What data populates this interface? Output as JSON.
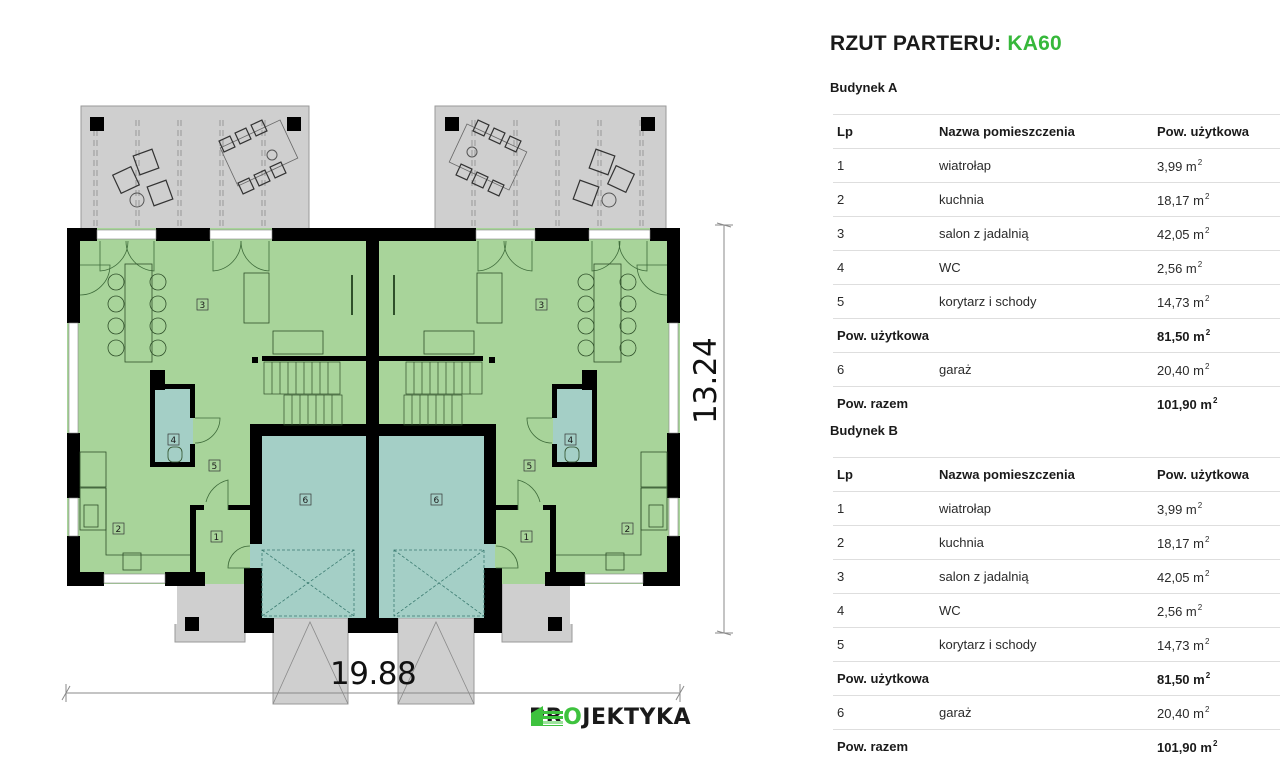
{
  "header": {
    "title_prefix": "RZUT PARTERU:",
    "title_code": "KA60",
    "accent_color": "#36b83a"
  },
  "plan": {
    "width_dimension": "19.88",
    "depth_dimension": "13.24",
    "room_labels": [
      "1",
      "2",
      "3",
      "4",
      "5",
      "6"
    ],
    "colors": {
      "living_fill": "#a8d49a",
      "wet_fill": "#a4cfc6",
      "terrace_fill": "#cfcfcf",
      "wall": "#000000"
    }
  },
  "logo": {
    "text_before": "PR",
    "text_o": "O",
    "text_after": "JEKTYKA",
    "icon": "building-stack-icon"
  },
  "unit_suffix": "m",
  "unit_exp": "2",
  "buildings": [
    {
      "name": "Budynek A",
      "columns": [
        "Lp",
        "Nazwa pomieszczenia",
        "Pow. użytkowa"
      ],
      "rooms": [
        {
          "lp": "1",
          "name": "wiatrołap",
          "area": "3,99 m"
        },
        {
          "lp": "2",
          "name": "kuchnia",
          "area": "18,17 m"
        },
        {
          "lp": "3",
          "name": "salon z jadalnią",
          "area": "42,05 m"
        },
        {
          "lp": "4",
          "name": "WC",
          "area": "2,56 m"
        },
        {
          "lp": "5",
          "name": "korytarz i schody",
          "area": "14,73 m"
        }
      ],
      "usable_label": "Pow. użytkowa",
      "usable_area": "81,50 m",
      "garage": {
        "lp": "6",
        "name": "garaż",
        "area": "20,40 m"
      },
      "total_label": "Pow. razem",
      "total_area": "101,90 m"
    },
    {
      "name": "Budynek B",
      "columns": [
        "Lp",
        "Nazwa pomieszczenia",
        "Pow. użytkowa"
      ],
      "rooms": [
        {
          "lp": "1",
          "name": "wiatrołap",
          "area": "3,99 m"
        },
        {
          "lp": "2",
          "name": "kuchnia",
          "area": "18,17 m"
        },
        {
          "lp": "3",
          "name": "salon z jadalnią",
          "area": "42,05 m"
        },
        {
          "lp": "4",
          "name": "WC",
          "area": "2,56 m"
        },
        {
          "lp": "5",
          "name": "korytarz i schody",
          "area": "14,73 m"
        }
      ],
      "usable_label": "Pow. użytkowa",
      "usable_area": "81,50 m",
      "garage": {
        "lp": "6",
        "name": "garaż",
        "area": "20,40 m"
      },
      "total_label": "Pow. razem",
      "total_area": "101,90 m"
    }
  ]
}
